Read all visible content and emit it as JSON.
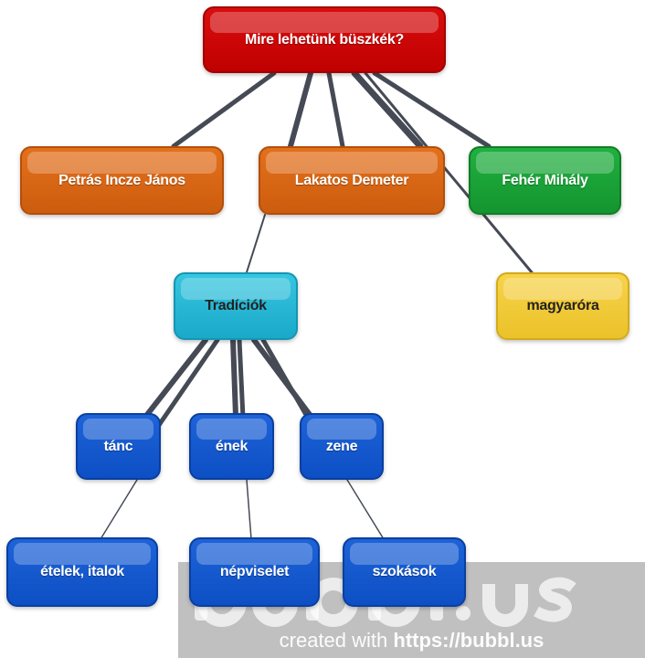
{
  "root": {
    "label": "Mire lehetünk büszkék?"
  },
  "level1": [
    {
      "label": "Petrás Incze János"
    },
    {
      "label": "Lakatos Demeter"
    },
    {
      "label": "Fehér Mihály"
    }
  ],
  "level2": [
    {
      "label": "Tradíciók"
    },
    {
      "label": "magyaróra"
    }
  ],
  "level3": [
    {
      "label": "tánc"
    },
    {
      "label": "ének"
    },
    {
      "label": "zene"
    }
  ],
  "level4": [
    {
      "label": "ételek, italok"
    },
    {
      "label": "népviselet"
    },
    {
      "label": "szokások"
    }
  ],
  "watermark": {
    "logo": "bubbl.us",
    "created_with": "created with",
    "url": "https://bubbl.us"
  },
  "colors": {
    "root": "#c80808",
    "person": "#d9660f",
    "green": "#17a035",
    "cyan": "#22b4d2",
    "yellow": "#f0c935",
    "blue": "#1358cf",
    "link": "#454a55"
  }
}
